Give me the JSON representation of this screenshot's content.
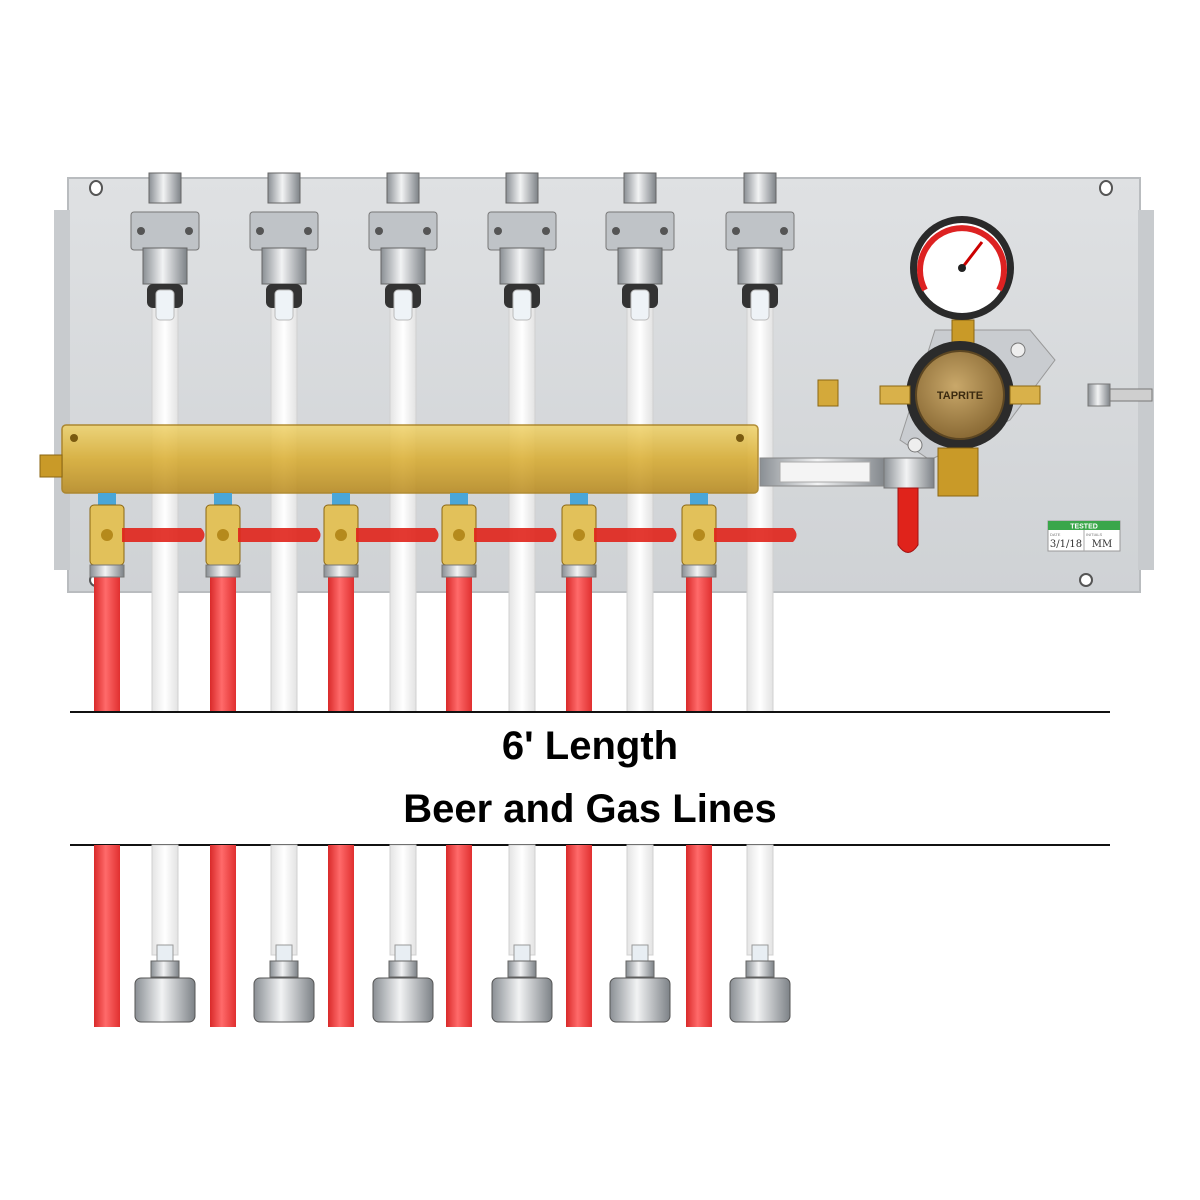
{
  "caption": {
    "line1": "6' Length",
    "line2": "Beer and Gas Lines"
  },
  "regulator": {
    "brand": "TAPRITE"
  },
  "tested_tag": {
    "header": "TESTED",
    "date_label": "DATE",
    "date_value": "3/1/18",
    "initials_label": "INITIALS",
    "initials_value": "MM"
  },
  "colors": {
    "panel": "#d6d8da",
    "brass": "#dcb53a",
    "gas_line": "#ef3b3b",
    "beer_line": "#f4f4f4",
    "valve_handle": "#e0231b",
    "tag_green": "#3aa64a"
  },
  "counts": {
    "beer_lines": 6,
    "gas_lines": 6
  }
}
